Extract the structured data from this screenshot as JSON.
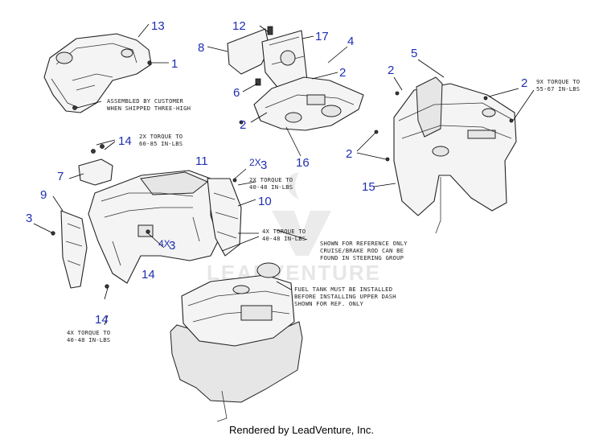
{
  "callouts": {
    "c1": "1",
    "c2a": "2",
    "c2b": "2",
    "c2c": "2",
    "c2d": "2",
    "c2e": "2",
    "c3a": "3",
    "c3b": "3",
    "c3c": "3",
    "c3_2x": "2X",
    "c3_4x": "4X",
    "c4": "4",
    "c5": "5",
    "c6": "6",
    "c7": "7",
    "c8": "8",
    "c9": "9",
    "c10": "10",
    "c11": "11",
    "c12": "12",
    "c13": "13",
    "c14a": "14",
    "c14b": "14",
    "c14c": "14",
    "c15": "15",
    "c16": "16",
    "c17": "17"
  },
  "notes": {
    "assembled_l1": "ASSEMBLED BY CUSTOMER",
    "assembled_l2": "WHEN SHIPPED THREE-HIGH",
    "torque_9x_l1": "9X TORQUE TO",
    "torque_9x_l2": "55-67 IN-LBS",
    "torque_2x_6085_l1": "2X TORQUE TO",
    "torque_2x_6085_l2": "60-85 IN-LBS",
    "torque_2x_4048_l1": "2X TORQUE TO",
    "torque_2x_4048_l2": "40-48 IN-LBS",
    "torque_4x_right_l1": "4X TORQUE TO",
    "torque_4x_right_l2": "40-48 IN-LBS",
    "torque_4x_left_l1": "4X TORQUE TO",
    "torque_4x_left_l2": "40-48 IN-LBS",
    "reference_l1": "SHOWN FOR REFERENCE ONLY",
    "reference_l2": "CRUISE/BRAKE ROD CAN BE",
    "reference_l3": "FOUND IN STEERING GROUP",
    "fuel_l1": "FUEL TANK MUST BE INSTALLED",
    "fuel_l2": "BEFORE INSTALLING UPPER DASH",
    "fuel_l3": "SHOWN FOR REF. ONLY"
  },
  "watermark": "LEADVENTURE",
  "footer": "Rendered by LeadVenture, Inc."
}
